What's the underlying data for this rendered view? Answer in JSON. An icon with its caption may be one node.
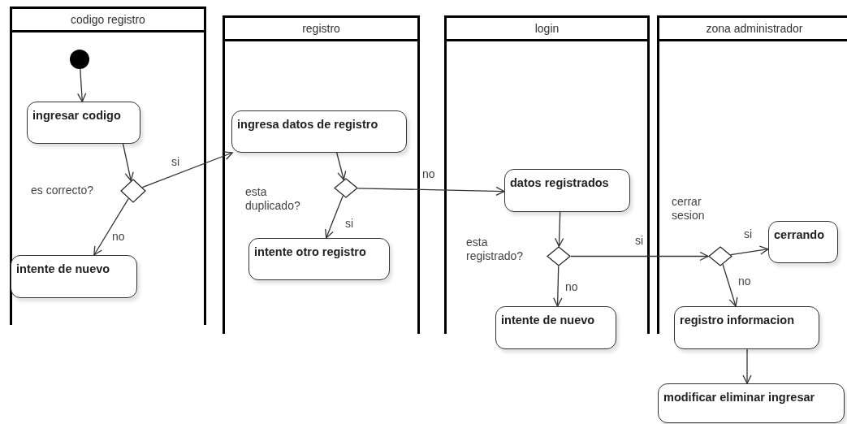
{
  "diagram": {
    "nodes": [
      {
        "text": [
          "codigo registro"
        ]
      },
      {
        "text": [
          "registro"
        ]
      },
      {
        "text": [
          "login"
        ]
      },
      {
        "text": [
          "zona administrador"
        ]
      },
      {
        "text": [],
        "shape": "circle",
        "in": 0
      },
      {
        "text": [
          "ingresar codigo"
        ],
        "in": 0
      },
      {
        "text": [],
        "shape": "diamond",
        "in": 0,
        "beside": [
          "es correcto?"
        ]
      },
      {
        "text": [
          "intente de nuevo"
        ],
        "in": 0
      },
      {
        "text": [
          "ingresa datos de registro"
        ],
        "in": 1
      },
      {
        "text": [],
        "shape": "diamond",
        "in": 1,
        "beside": [
          "esta duplicado?"
        ]
      },
      {
        "text": [
          "intente otro registro"
        ],
        "in": 1
      },
      {
        "text": [
          "datos registrados"
        ],
        "in": 2
      },
      {
        "text": [],
        "shape": "diamond",
        "in": 2,
        "beside": [
          "esta registrado?"
        ]
      },
      {
        "text": [
          "intente de nuevo"
        ]
      },
      {
        "text": [],
        "shape": "diamond",
        "in": 3,
        "beside": [
          "cerrar sesion"
        ]
      },
      {
        "text": [
          "cerrando"
        ],
        "in": 3
      },
      {
        "text": [
          "registro informacion"
        ]
      },
      {
        "text": [
          "modificar eliminar ingresar"
        ]
      }
    ],
    "edges": [
      {
        "from": 4,
        "to": 5,
        "arrow": "to"
      },
      {
        "from": 5,
        "to": 6,
        "arrow": "to"
      },
      {
        "from": 6,
        "to": 8,
        "arrow": "to",
        "label": "si"
      },
      {
        "from": 6,
        "to": 7,
        "arrow": "to",
        "label": "no"
      },
      {
        "from": 8,
        "to": 9,
        "arrow": "to"
      },
      {
        "from": 9,
        "to": 10,
        "arrow": "to",
        "label": "si"
      },
      {
        "from": 9,
        "to": 11,
        "arrow": "to",
        "label": "no"
      },
      {
        "from": 11,
        "to": 12,
        "arrow": "to"
      },
      {
        "from": 12,
        "to": 13,
        "arrow": "to",
        "label": "no"
      },
      {
        "from": 12,
        "to": 14,
        "arrow": "to",
        "label": "si"
      },
      {
        "from": 14,
        "to": 15,
        "arrow": "to",
        "label": "si"
      },
      {
        "from": 14,
        "to": 16,
        "arrow": "to",
        "label": "no"
      },
      {
        "from": 16,
        "to": 17,
        "arrow": "to"
      }
    ]
  }
}
